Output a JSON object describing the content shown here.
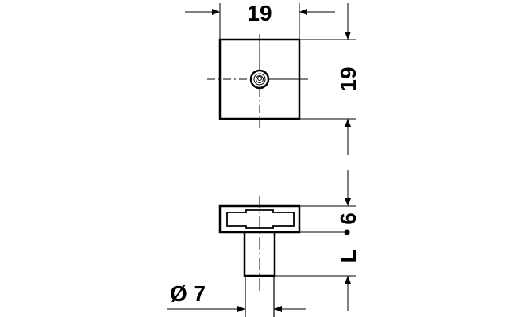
{
  "top_view": {
    "width_dimension": "19",
    "height_dimension": "19"
  },
  "side_view": {
    "head_dimension": "6",
    "length_dimension": "L",
    "diameter_dimension": "Ø 7"
  },
  "colors": {
    "line": "#000000",
    "background": "#ffffff"
  }
}
